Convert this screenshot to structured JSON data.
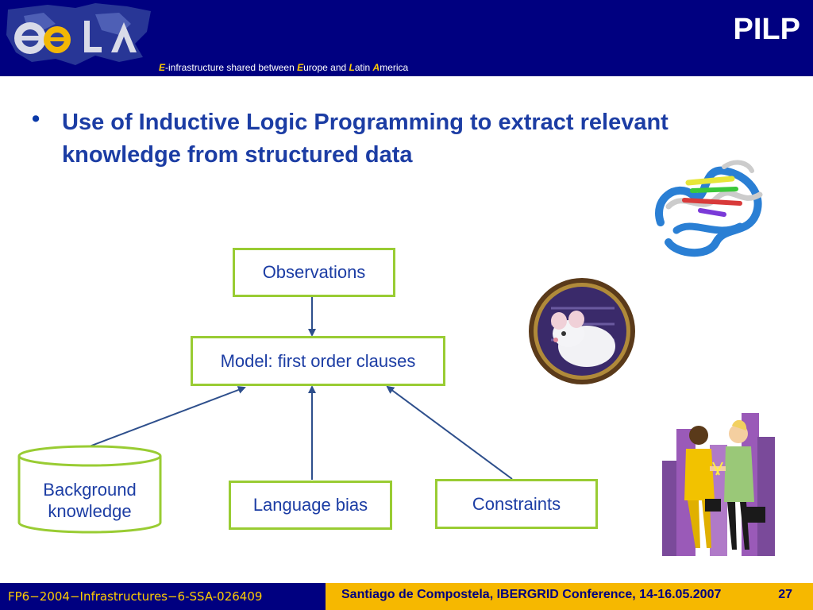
{
  "header": {
    "title": "PILP",
    "tagline": {
      "e1": "E",
      "t1": "-infrastructure shared between ",
      "e2": "E",
      "t2": "urope and ",
      "e3": "L",
      "t3": "atin ",
      "e4": "A",
      "t4": "merica"
    },
    "logo_text": "eeLA"
  },
  "content": {
    "bullet_symbol": "•",
    "bullet_text": "Use of Inductive Logic Programming to extract relevant knowledge from structured data"
  },
  "diagram": {
    "observations": "Observations",
    "model": "Model: first order clauses",
    "background_line1": "Background",
    "background_line2": "knowledge",
    "language_bias": "Language bias",
    "constraints": "Constraints"
  },
  "footer": {
    "project_id": "FP6−2004−Infrastructures−6-SSA-026409",
    "conference": "Santiago de Compostela, IBERGRID Conference, 14-16.05.2007",
    "page_number": "27"
  },
  "colors": {
    "header_bg": "#000080",
    "footer_bg": "#f6b800",
    "accent_yellow": "#ffcc00",
    "text_blue": "#1c3da4",
    "node_border": "#99cc33"
  }
}
